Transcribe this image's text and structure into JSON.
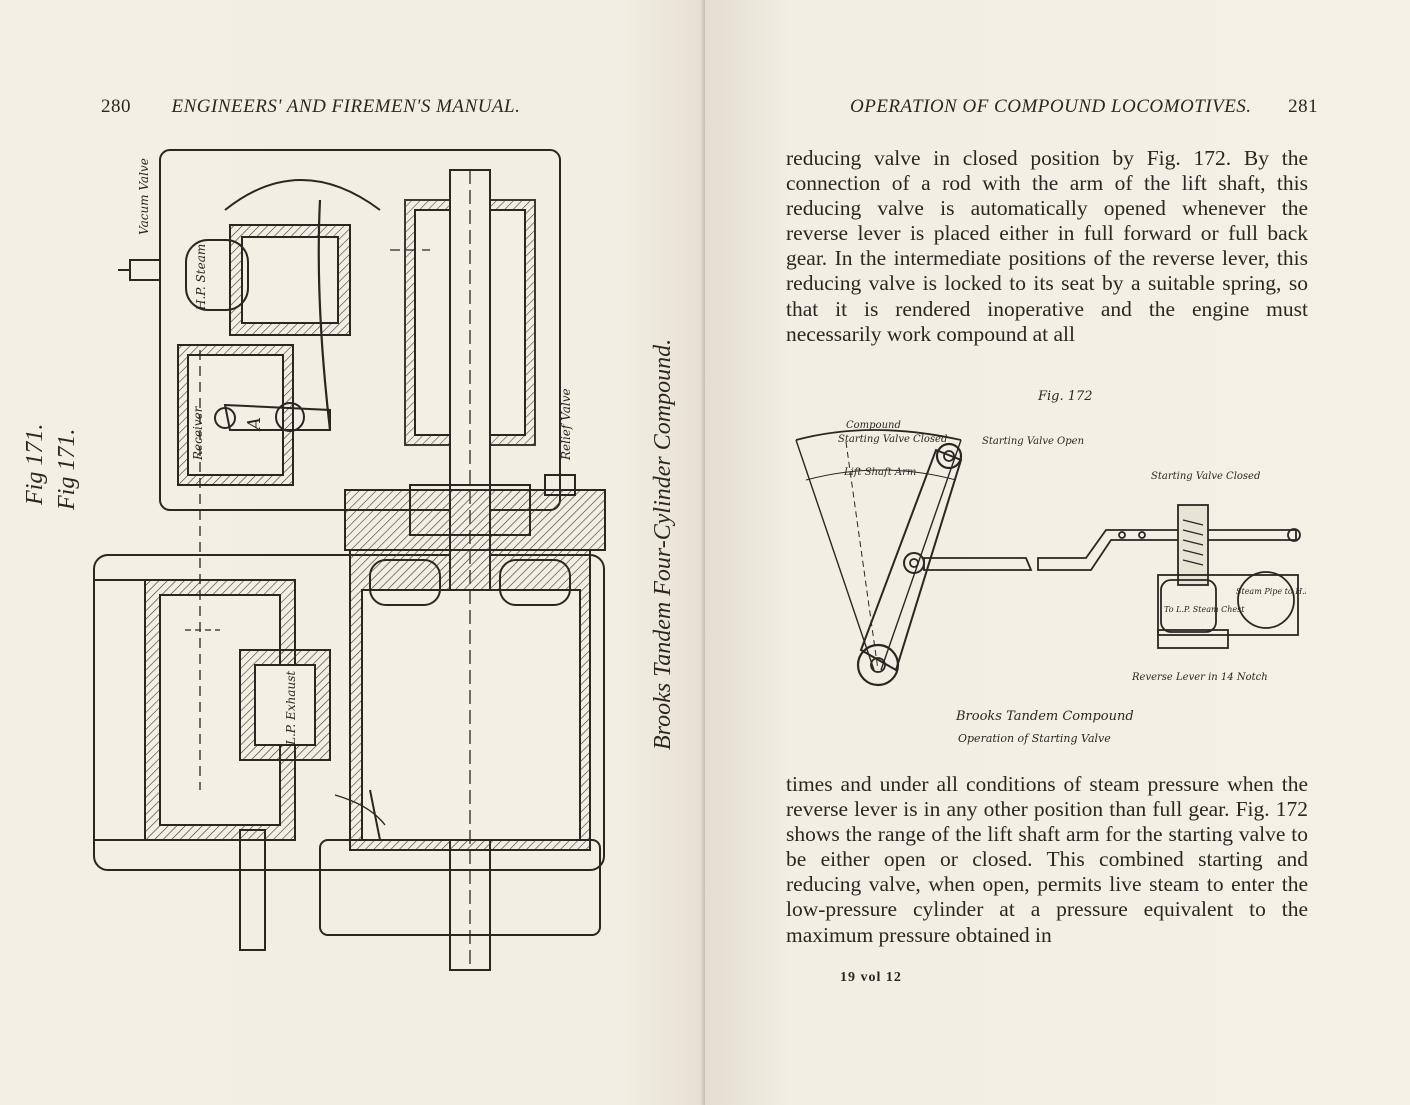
{
  "left_page": {
    "page_number": "280",
    "running_head": "ENGINEERS' AND FIREMEN'S MANUAL.",
    "figure_labels": [
      "Fig 171.",
      "Fig 171."
    ],
    "figure_caption": "Brooks Tandem Four-Cylinder Compound.",
    "drawing_labels": {
      "vacuum_valve": "Vacum Valve",
      "hp_steam": "H.P. Steam",
      "receiver": "Receiver",
      "letter_a": "A",
      "relief_valve": "Relief Valve",
      "lp_exhaust": "L.P. Exhaust"
    }
  },
  "right_page": {
    "page_number": "281",
    "running_head": "OPERATION OF COMPOUND LOCOMOTIVES.",
    "paragraph_1": "reducing valve in closed position by Fig. 172. By the connection of a rod with the arm of the lift shaft, this reducing valve is automatically opened whenever the reverse lever is placed either in full forward or full back gear. In the intermediate positions of the reverse lever, this reducing valve is locked to its seat by a suitable spring, so that it is rendered inoperative and the engine must necessarily work compound at all",
    "figure": {
      "label": "Fig. 172",
      "compound": "Compound",
      "starting_valve_closed_left": "Starting Valve Closed",
      "starting_valve_open": "Starting Valve Open",
      "lift_shaft_arm": "Lift Shaft Arm",
      "starting_valve_closed_right": "Starting Valve Closed",
      "steam_pipe": "Steam Pipe to H.P. Cylr.",
      "to_lp_steam_chest": "To L.P. Steam Chest",
      "reverse_lever_note": "Reverse Lever in 14 Notch",
      "caption_title": "Brooks Tandem Compound",
      "caption_subtitle": "Operation of Starting Valve"
    },
    "paragraph_2": "times and under all conditions of steam pressure when the reverse lever is in any other position than full gear. Fig. 172 shows the range of the lift shaft arm for the starting valve to be either open or closed. This combined starting and reducing valve, when open, permits live steam to enter the low-pressure cylinder at a pressure equivalent to the maximum pressure obtained in",
    "signature": "19 vol 12"
  }
}
